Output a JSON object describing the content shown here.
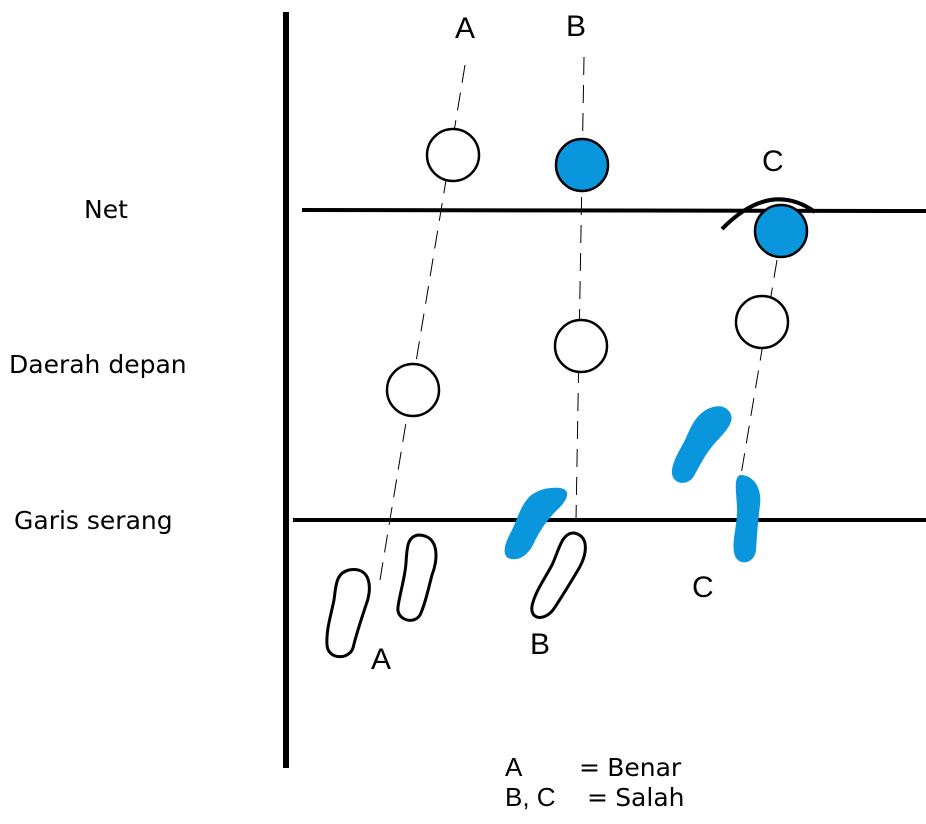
{
  "zones": {
    "net": "Net",
    "front": "Daerah depan",
    "attack_line": "Garis serang"
  },
  "paths": [
    {
      "top_label": "A",
      "bottom_label": "A",
      "ball_color": "none",
      "feet_color": "none"
    },
    {
      "top_label": "B",
      "bottom_label": "B",
      "ball_color": "#0a96dc",
      "feet_color": "#0a96dc"
    },
    {
      "top_label": "C",
      "bottom_label": "C",
      "ball_color": "#0a96dc",
      "feet_color": "#0a96dc"
    }
  ],
  "legend": {
    "row1_key": "A",
    "row1_eq": "=",
    "row1_value": "Benar",
    "row2_key": "B, C",
    "row2_eq": "=",
    "row2_value": "Salah"
  },
  "colors": {
    "accent": "#0a96dc",
    "ink": "#000000"
  }
}
